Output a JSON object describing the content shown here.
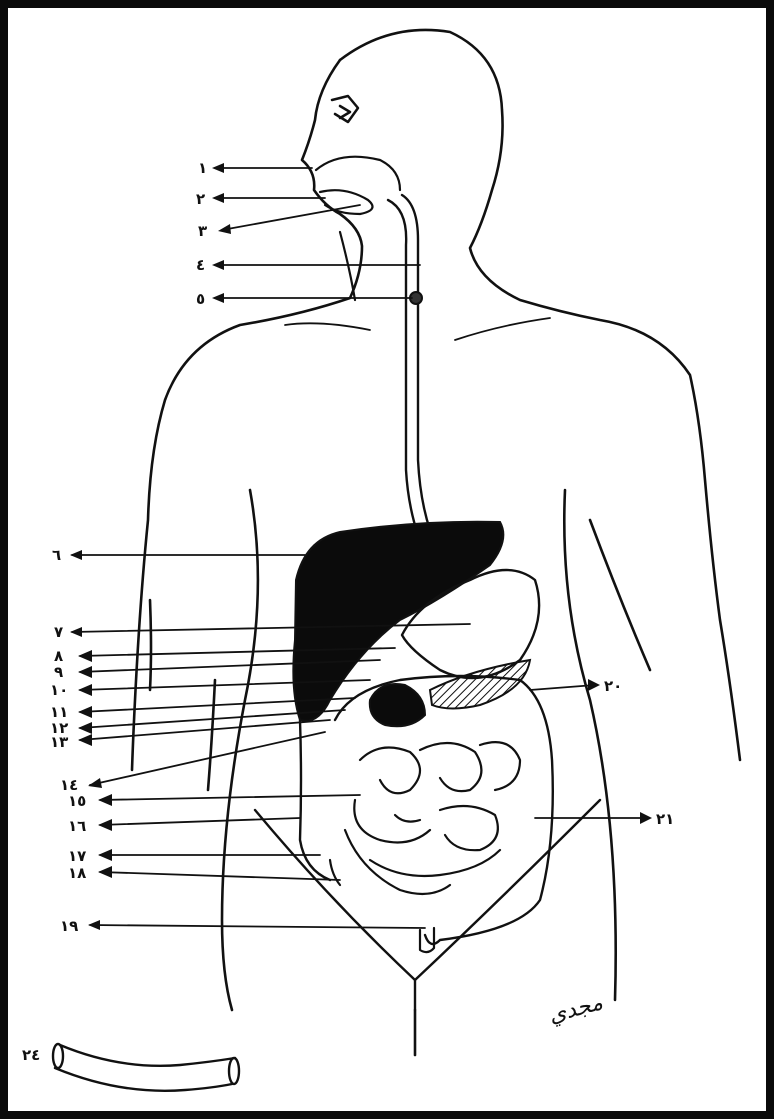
{
  "diagram": {
    "labels_left": [
      "١",
      "٢",
      "٣",
      "٤",
      "٥",
      "٦",
      "٧",
      "٨",
      "٩",
      "١٠",
      "١١",
      "١٢",
      "١٣",
      "١٤",
      "١٥",
      "١٦",
      "١٧",
      "١٨",
      "١٩"
    ],
    "labels_right": [
      "٢٠",
      "٢١"
    ],
    "label_bottom": "٢٤",
    "signature": "مجدي"
  }
}
